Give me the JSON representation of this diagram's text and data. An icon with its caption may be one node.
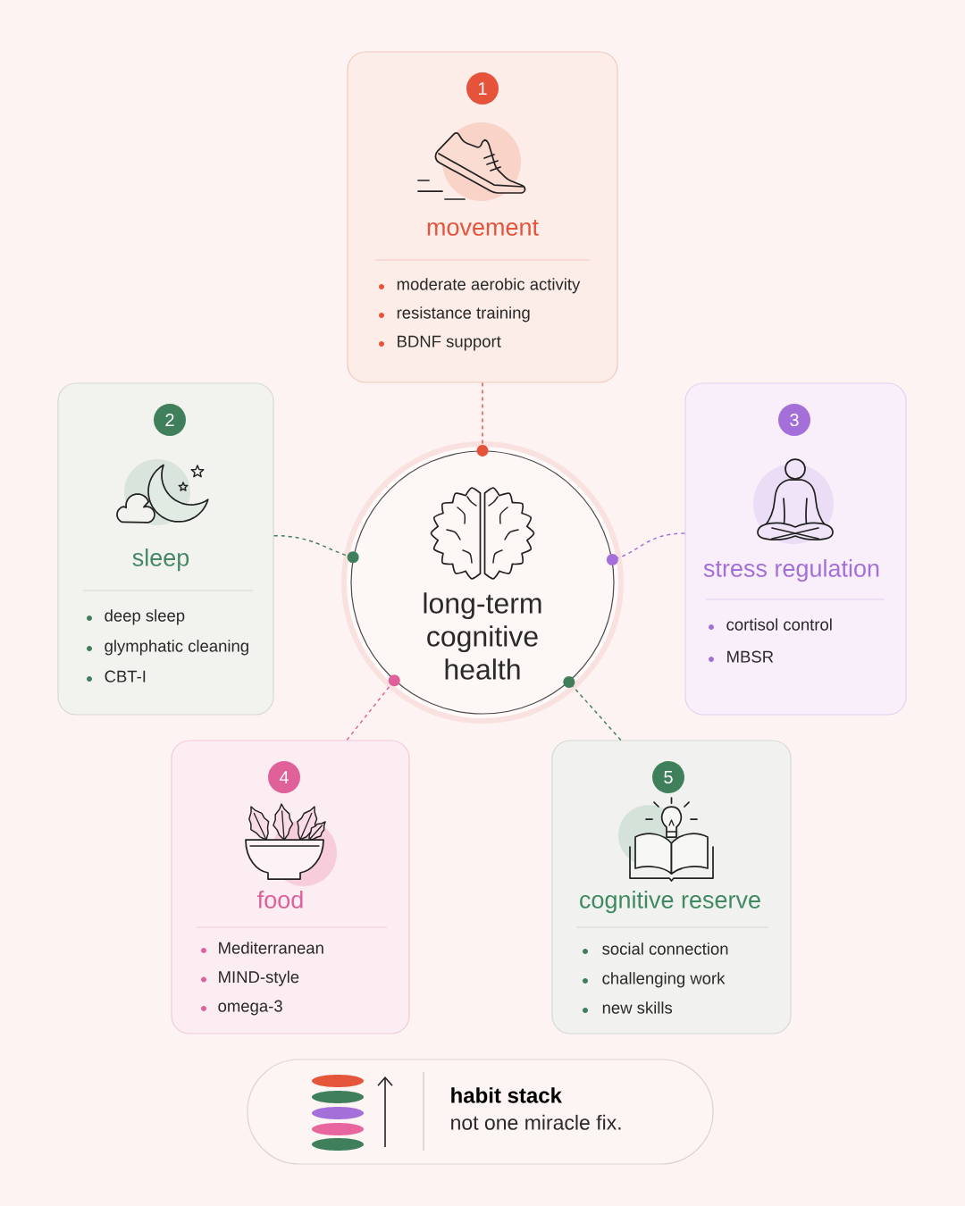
{
  "diagram": {
    "nodes": [
      {
        "text": [
          "movement",
          "moderate aerobic activity",
          "resistance training",
          "BDNF support"
        ]
      },
      {
        "text": [
          "1"
        ],
        "in": 0
      },
      {
        "text": [
          "sleep",
          "deep sleep",
          "glymphatic cleaning",
          "CBT-I"
        ]
      },
      {
        "text": [
          "2"
        ],
        "in": 2
      },
      {
        "text": [
          "long-term cognitive health"
        ]
      },
      {
        "text": [
          "stress regulation",
          "cortisol control",
          "MBSR"
        ]
      },
      {
        "text": [
          "3"
        ],
        "in": 5
      },
      {
        "text": [
          "food",
          "Mediterranean",
          "MIND-style",
          "omega-3"
        ]
      },
      {
        "text": [
          "4"
        ],
        "in": 7
      },
      {
        "text": [
          "cognitive reserve",
          "social connection",
          "challenging work",
          "new skills"
        ]
      },
      {
        "text": [
          "5"
        ],
        "in": 9
      },
      {
        "text": [
          "habit stack",
          "not one miracle fix."
        ]
      }
    ],
    "edges": [
      {
        "from": 0,
        "to": 4,
        "arrow": "none",
        "style": "dashed",
        "color": "#e5533a"
      },
      {
        "from": 2,
        "to": 4,
        "arrow": "none",
        "style": "dashed",
        "color": "#3f7f5c"
      },
      {
        "from": 5,
        "to": 4,
        "arrow": "none",
        "style": "dashed",
        "color": "#a46fd8"
      },
      {
        "from": 7,
        "to": 4,
        "arrow": "none",
        "style": "dashed",
        "color": "#e0609a"
      },
      {
        "from": 9,
        "to": 4,
        "arrow": "none",
        "style": "dashed",
        "color": "#3f7f5c"
      }
    ]
  }
}
